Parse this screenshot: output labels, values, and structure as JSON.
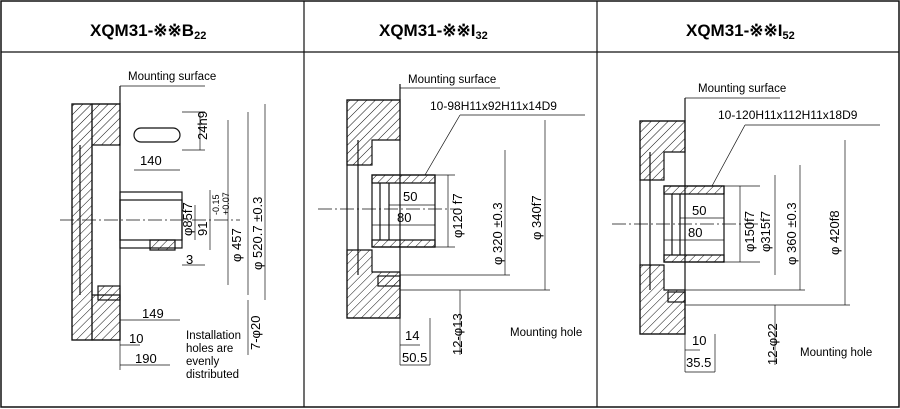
{
  "headers": [
    {
      "model": "XQM31-",
      "marks": "※※",
      "suffix": "B",
      "sub": "22"
    },
    {
      "model": "XQM31-",
      "marks": "※※",
      "suffix": "I",
      "sub": "32"
    },
    {
      "model": "XQM31-",
      "marks": "※※",
      "suffix": "I",
      "sub": "52"
    }
  ],
  "panel1": {
    "mounting_surface": "Mounting surface",
    "key_width": "24h9",
    "key_length": "140",
    "shaft_dia": "φ85f7",
    "shaft_height": "91",
    "dia_457": "φ 457",
    "tol_457_upper": "-0.15",
    "tol_457_lower": "+0.07",
    "dia_520": "φ 520.7 ±0.3",
    "dim_3": "3",
    "dim_149": "149",
    "dim_10": "10",
    "dim_190": "190",
    "holes": "7-φ20",
    "note_line1": "Installation",
    "note_line2": "holes are",
    "note_line3": "evenly",
    "note_line4": "distributed"
  },
  "panel2": {
    "mounting_surface": "Mounting surface",
    "spline": "10-98H11x92H11x14D9",
    "dim_50": "50",
    "dim_80": "80",
    "dia_120": "φ120 f7",
    "dia_320": "φ 320 ±0.3",
    "dia_340": "φ 340f7",
    "holes": "12-φ13",
    "mounting_hole": "Mounting hole",
    "dim_14": "14",
    "dim_50_5": "50.5"
  },
  "panel3": {
    "mounting_surface": "Mounting surface",
    "spline": "10-120H11x112H11x18D9",
    "dim_50": "50",
    "dim_80": "80",
    "dia_150": "φ150f7",
    "dia_315": "φ315f7",
    "dia_360": "φ 360 ±0.3",
    "dia_420": "φ 420f8",
    "holes": "12-φ22",
    "mounting_hole": "Mounting hole",
    "dim_10": "10",
    "dim_35_5": "35.5"
  }
}
